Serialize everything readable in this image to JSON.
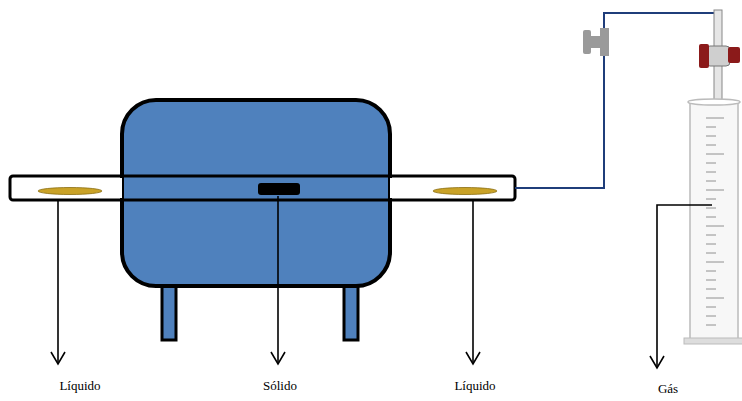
{
  "diagram": {
    "labels": [
      "Líquido",
      "Sólido",
      "Líquido",
      "Gás"
    ]
  }
}
